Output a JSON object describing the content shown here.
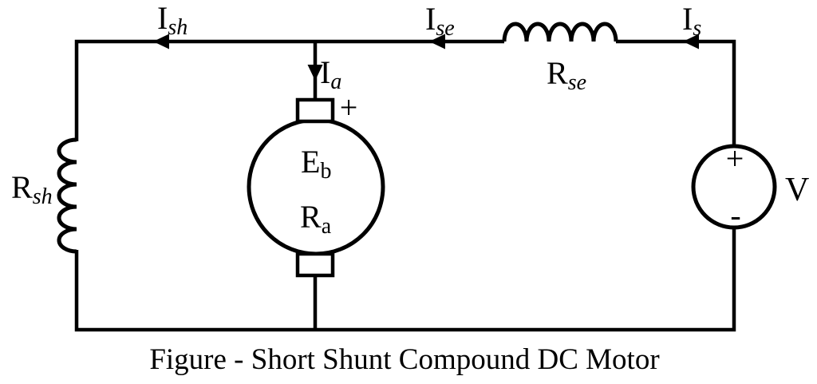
{
  "colors": {
    "ink": "#000000",
    "background": "#ffffff"
  },
  "caption": "Figure - Short Shunt Compound DC Motor",
  "currents": {
    "shunt": {
      "base": "I",
      "sub": "sh"
    },
    "armature": {
      "base": "I",
      "sub": "a"
    },
    "series": {
      "base": "I",
      "sub": "se"
    },
    "supply": {
      "base": "I",
      "sub": "s"
    }
  },
  "components": {
    "shunt_field": {
      "base": "R",
      "sub": "sh"
    },
    "series_field": {
      "base": "R",
      "sub": "se"
    },
    "back_emf": {
      "base": "E",
      "sub": "b"
    },
    "armature_resistance": {
      "base": "R",
      "sub": "a"
    },
    "source_voltage": "V"
  },
  "polarity": {
    "armature_positive": "+",
    "source_positive": "+",
    "source_negative": "-"
  }
}
